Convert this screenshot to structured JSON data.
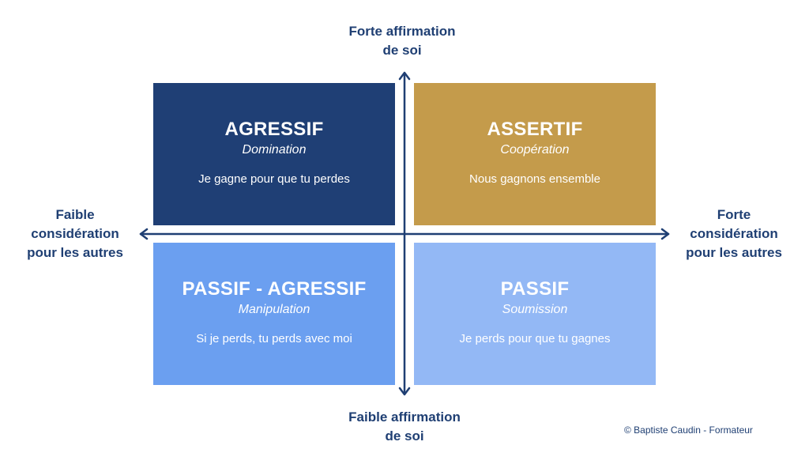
{
  "axes": {
    "top": [
      "Forte affirmation",
      "de soi"
    ],
    "bottom": [
      "Faible affirmation",
      "de soi"
    ],
    "left": [
      "Faible",
      "considération",
      "pour les autres"
    ],
    "right": [
      "Forte",
      "considération",
      "pour les autres"
    ]
  },
  "quadrants": {
    "agressif": {
      "title": "AGRESSIF",
      "subtitle": "Domination",
      "desc": "Je gagne pour que tu perdes",
      "color": "#1f3f75"
    },
    "assertif": {
      "title": "ASSERTIF",
      "subtitle": "Coopération",
      "desc": "Nous gagnons ensemble",
      "color": "#c49b4b"
    },
    "passif_agressif": {
      "title": "PASSIF - AGRESSIF",
      "subtitle": "Manipulation",
      "desc": "Si je perds, tu perds avec moi",
      "color": "#6b9ff0"
    },
    "passif": {
      "title": "PASSIF",
      "subtitle": "Soumission",
      "desc": "Je perds pour que tu gagnes",
      "color": "#93b8f5"
    }
  },
  "copyright": "© Baptiste Caudin - Formateur",
  "colors": {
    "axis": "#1f3f73"
  }
}
